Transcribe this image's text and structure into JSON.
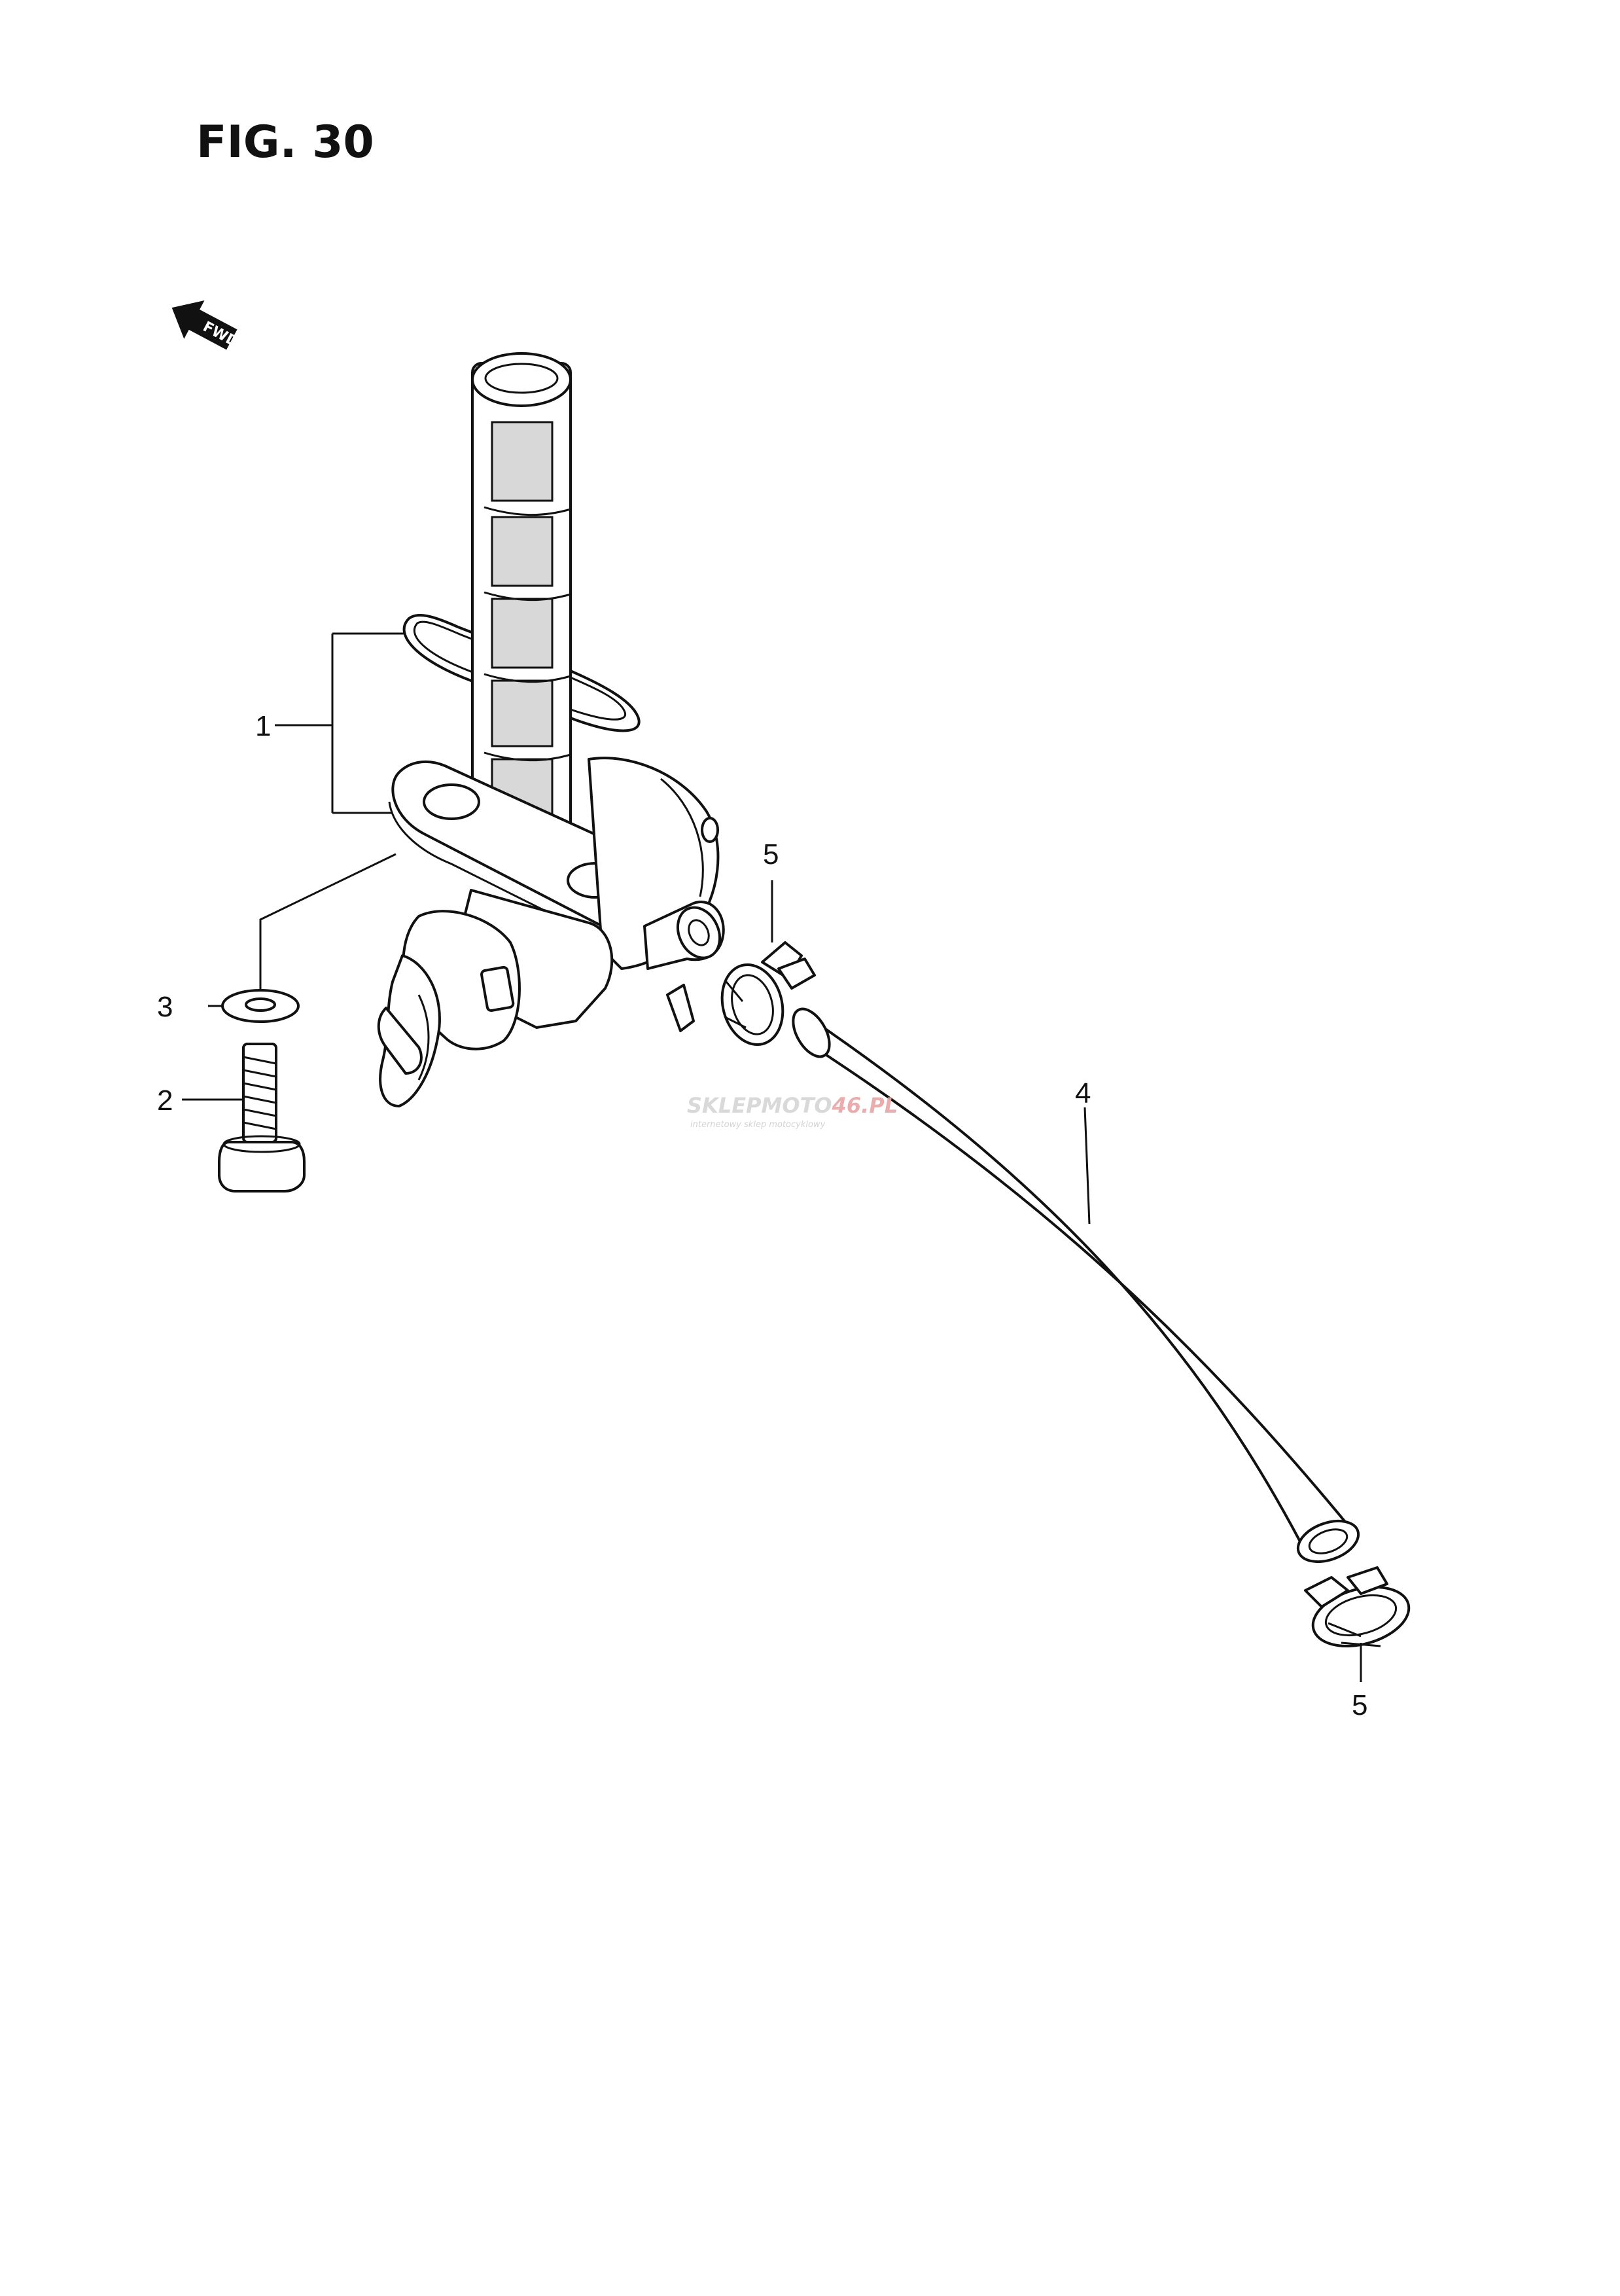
{
  "figure": {
    "title": "FIG. 30",
    "forward_label": "FWD"
  },
  "callouts": [
    {
      "id": "c1",
      "label": "1"
    },
    {
      "id": "c2",
      "label": "2"
    },
    {
      "id": "c3",
      "label": "3"
    },
    {
      "id": "c4",
      "label": "4"
    },
    {
      "id": "c5a",
      "label": "5"
    },
    {
      "id": "c5b",
      "label": "5"
    }
  ],
  "parts": [
    {
      "id": "fuel-cock",
      "icon": "fuel-cock-icon"
    },
    {
      "id": "screw",
      "icon": "screw-icon"
    },
    {
      "id": "washer",
      "icon": "washer-icon"
    },
    {
      "id": "fuel-hose",
      "icon": "hose-icon"
    },
    {
      "id": "clamp-upper",
      "icon": "clamp-icon"
    },
    {
      "id": "clamp-lower",
      "icon": "clamp-icon"
    }
  ],
  "watermark": {
    "brand_gray": "SKLEPMOTO",
    "brand_red": "46.PL",
    "tagline": "internetowy sklep motocyklowy"
  },
  "colors": {
    "ink": "#111111",
    "watermark_red": "#e8a4a4"
  }
}
